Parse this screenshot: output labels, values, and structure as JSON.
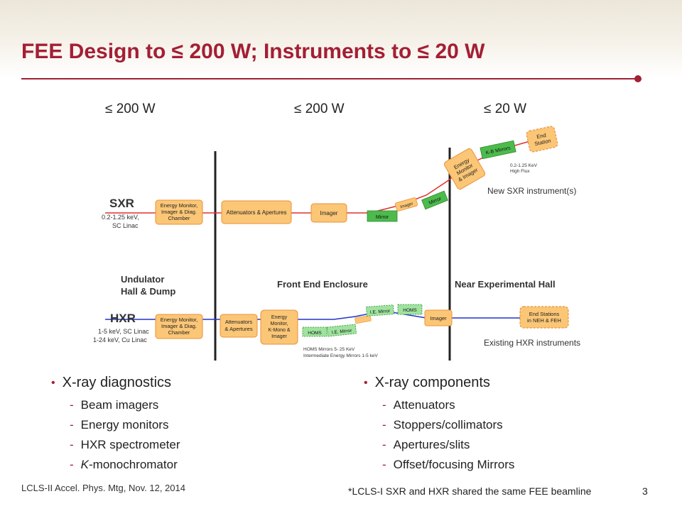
{
  "title": "FEE Design to ≤ 200 W; Instruments to ≤ 20 W",
  "power_levels": [
    "≤ 200 W",
    "≤ 200 W",
    "≤ 20 W"
  ],
  "diagram": {
    "sxr": {
      "name": "SXR",
      "spec1": "0.2-1.25 keV,",
      "spec2": "SC Linac",
      "energy_monitor": [
        "Energy Monitor,",
        "Imager & Diag.",
        "Chamber"
      ],
      "attenuators": "Attenuators & Apertures",
      "imager": "Imager",
      "mirror1": "Mirror",
      "imager2": "Imager",
      "mirror2": "Mirror",
      "energy_monitor2": [
        "Energy",
        "Monitor",
        "& Imager"
      ],
      "kb_mirrors": "K-B Mirrors",
      "end_station": [
        "End",
        "Station"
      ],
      "flux_note": [
        "0.2-1.25 KeV",
        "High Flux"
      ],
      "new_instruments": "New SXR instrument(s)"
    },
    "regions": {
      "undulator": [
        "Undulator",
        "Hall & Dump"
      ],
      "fee": "Front End Enclosure",
      "neh": "Near Experimental Hall"
    },
    "hxr": {
      "name": "HXR",
      "spec1": "1-5 keV, SC Linac",
      "spec2": "1-24  keV, Cu Linac",
      "energy_monitor": [
        "Energy Monitor,",
        "Imager & Diag.",
        "Chamber"
      ],
      "attenuators": [
        "Attenuators",
        "& Apertures"
      ],
      "energy_monitor2": [
        "Energy",
        "Monitor,",
        "K-Mono &",
        "Imager"
      ],
      "homs1": "HOMS",
      "ie_mirror1": "I.E. Mirror",
      "ie_mirror2": "I.E. Mirror",
      "homs2": "HOMS",
      "imager": "Imager",
      "end_stations": [
        "End Stations",
        "in NEH & FEH"
      ],
      "mirrors_note": [
        "HOMS Mirrors 5- 25 KeV",
        "Intermediate Energy Mirrors 1-5 keV"
      ],
      "existing_instruments": "Existing HXR instruments"
    }
  },
  "left_bullets": {
    "heading": "X-ray diagnostics",
    "items": [
      "Beam imagers",
      "Energy monitors",
      "HXR spectrometer",
      "K-monochromator"
    ]
  },
  "right_bullets": {
    "heading": "X-ray components",
    "items": [
      "Attenuators",
      "Stoppers/collimators",
      "Apertures/slits",
      "Offset/focusing Mirrors"
    ]
  },
  "footer": {
    "left": "LCLS-II Accel. Phys. Mtg, Nov. 12, 2014",
    "note": "*LCLS-I SXR and HXR shared the same FEE beamline",
    "page": "3"
  },
  "colors": {
    "accent": "#a31f34",
    "orange_box": "#fbc676",
    "orange_border": "#e8923a",
    "green_box": "#4cbb4c",
    "sxr_beam": "#e03030",
    "hxr_beam": "#2233cc"
  }
}
